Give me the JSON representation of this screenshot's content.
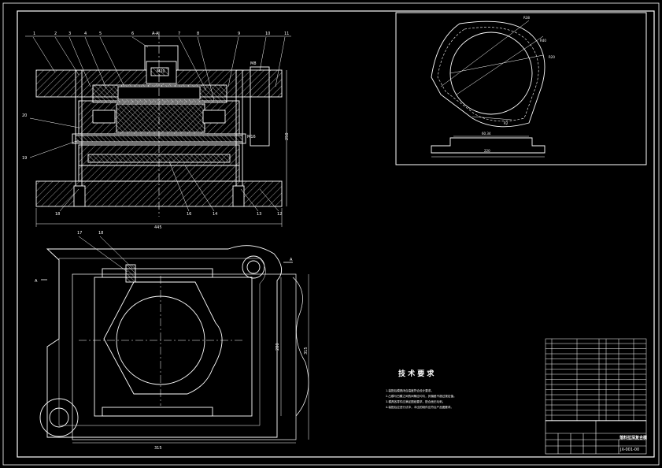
{
  "colors": {
    "background": "#000000",
    "line": "#ffffff",
    "hatch": "#ffffff",
    "centerline": "#ffffff"
  },
  "section": {
    "label": "A-A",
    "part_numbers": [
      "1",
      "2",
      "3",
      "4",
      "5",
      "6",
      "7",
      "8",
      "9",
      "10",
      "11"
    ],
    "left_callouts": [
      "20",
      "19"
    ],
    "bottom_callouts": [
      "18",
      "16",
      "14",
      "13",
      "12"
    ],
    "dim_width": "445",
    "dim_height": "250",
    "dim_die_size": "M20",
    "dim_punch": "M8",
    "dim_stop": "M16"
  },
  "plan": {
    "part_numbers": [
      "17",
      "18"
    ],
    "section_mark": "A",
    "dim_width": "315",
    "dim_height_a": "280",
    "dim_height_b": "315"
  },
  "workpiece": {
    "callouts": [
      "R38",
      "R40",
      "R20",
      "R2"
    ],
    "dim_thickness": "60.34",
    "dim_width": "220"
  },
  "tech_requirements": {
    "title": "技 术 要 求",
    "lines": [
      "1.装配后模具闭合高度符合设计要求。",
      "2.凸模与凹模之间的间隙应均匀，其偏差不超过规定值。",
      "3.模具各零件应满足图纸要求，配合面无毛刺。",
      "4.装配后应进行试冲，冲出的制件应符合产品图要求。"
    ]
  },
  "title_block": {
    "name": "落料拉深复合模",
    "code": "JX-001-00"
  }
}
